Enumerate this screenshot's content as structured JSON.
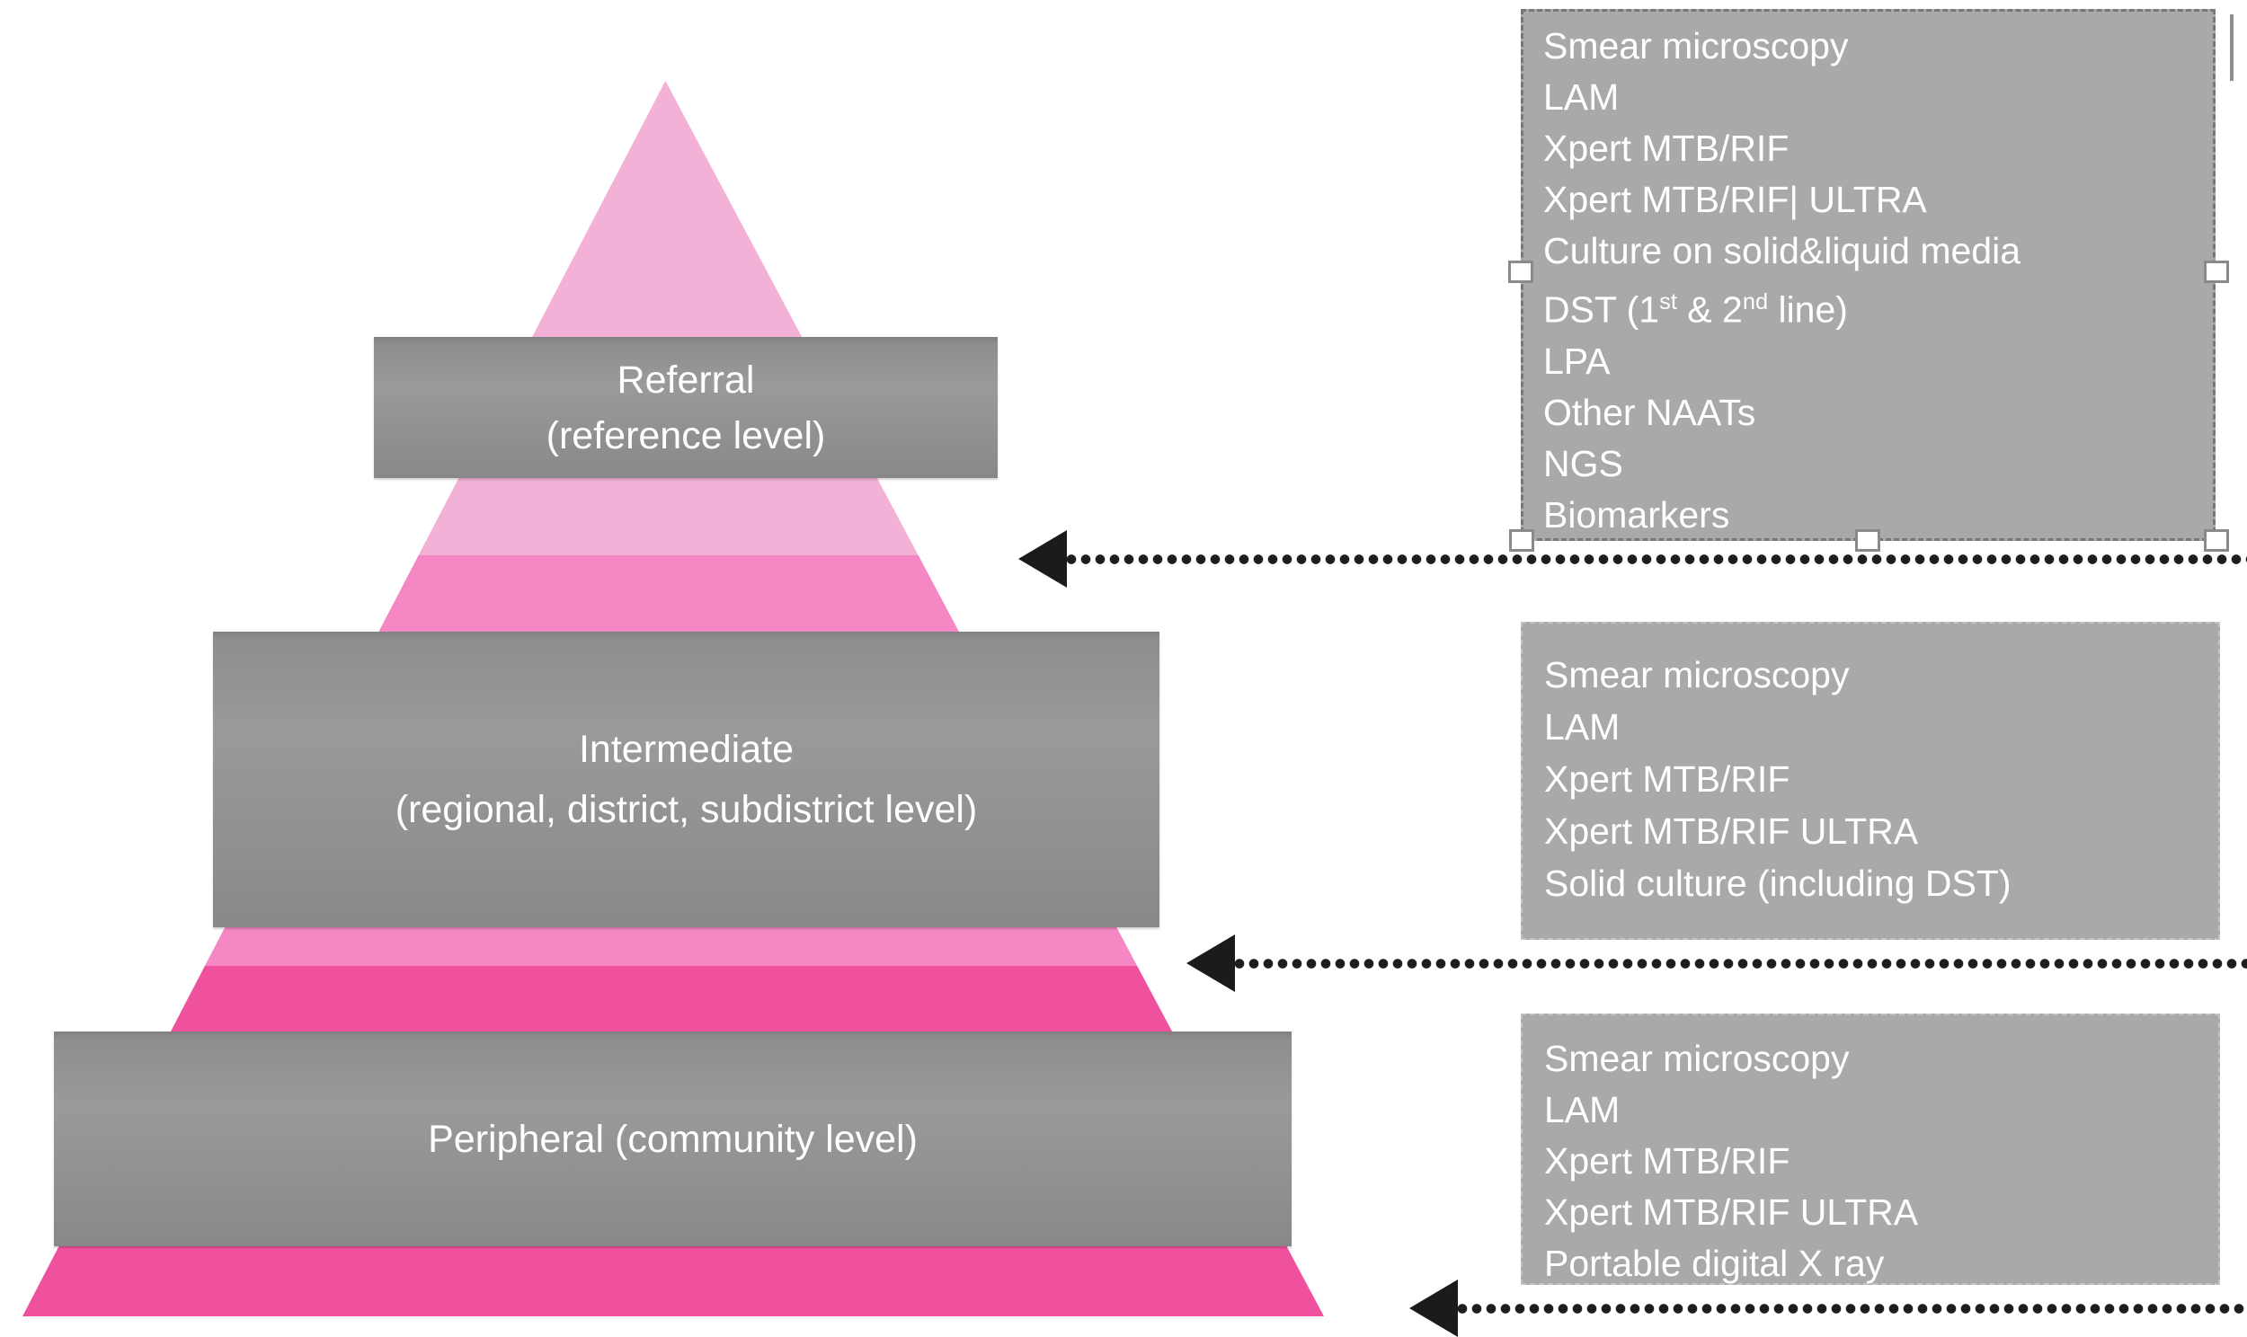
{
  "pyramid": {
    "levels": [
      {
        "name": "Referral",
        "sub": "(reference level)"
      },
      {
        "name": "Intermediate",
        "sub": "(regional, district, subdistrict level)"
      },
      {
        "name": "Peripheral (community level)",
        "sub": ""
      }
    ],
    "tier_colors": {
      "top": "#f3b1d7",
      "middle": "#f687c5",
      "bottom": "#ef519f"
    }
  },
  "panels": {
    "referral": {
      "items": [
        "Smear microscopy",
        "LAM",
        "Xpert MTB/RIF",
        "Xpert MTB/RIF| ULTRA",
        "Culture on solid&liquid media",
        "DST (1st & 2nd line)",
        "LPA",
        "Other NAATs",
        "NGS",
        "Biomarkers"
      ]
    },
    "intermediate": {
      "items": [
        "Smear microscopy",
        "LAM",
        "Xpert MTB/RIF",
        "Xpert MTB/RIF ULTRA",
        "Solid culture (including DST)"
      ]
    },
    "peripheral": {
      "items": [
        "Smear microscopy",
        "LAM",
        "Xpert MTB/RIF",
        "Xpert MTB/RIF ULTRA",
        "Portable digital X ray"
      ]
    }
  },
  "colors": {
    "panel_bg": "#a9a9a9",
    "plate_bg": "#909090",
    "arrow": "#1b1b1b",
    "text": "#ffffff"
  }
}
